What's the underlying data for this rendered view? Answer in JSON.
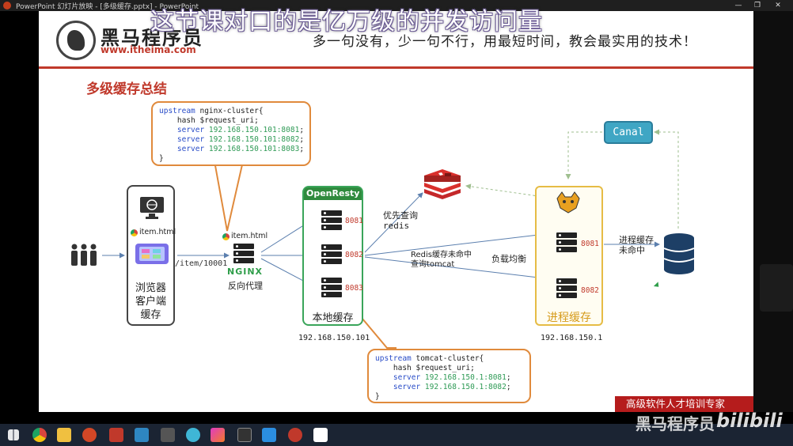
{
  "window": {
    "title": "PowerPoint 幻灯片放映 - [多级缓存.pptx] - PowerPoint"
  },
  "overlay": {
    "caption": "这节课对口的是亿万级的并发访问量"
  },
  "header": {
    "logo_name": "黑马程序员",
    "logo_url": "www.itheima.com",
    "slogan": "多一句没有，少一句不行，用最短时间，教会最实用的技术！"
  },
  "slide": {
    "title": "多级缓存总结",
    "nginx_config": {
      "lines": [
        {
          "kw": "upstream",
          "rest": " nginx-cluster{"
        },
        {
          "kw": "",
          "rest": "    hash $request_uri;"
        },
        {
          "kw": "    server",
          "ip": " 192.168.150.101:8081",
          "rest": ";"
        },
        {
          "kw": "    server",
          "ip": " 192.168.150.101:8082",
          "rest": ";"
        },
        {
          "kw": "    server",
          "ip": " 192.168.150.101:8083",
          "rest": ";"
        },
        {
          "kw": "",
          "rest": "}"
        }
      ]
    },
    "tomcat_config": {
      "lines": [
        {
          "kw": "upstream",
          "rest": " tomcat-cluster{"
        },
        {
          "kw": "",
          "rest": "    hash $request_uri;"
        },
        {
          "kw": "    server",
          "ip": " 192.168.150.1:8081",
          "rest": ";"
        },
        {
          "kw": "    server",
          "ip": " 192.168.150.1:8082",
          "rest": ";"
        },
        {
          "kw": "",
          "rest": "}"
        }
      ]
    },
    "browser": {
      "file": "item.html",
      "label_lines": [
        "浏览器",
        "客户端",
        "缓存"
      ]
    },
    "request_path": "/item/10001",
    "nginx": {
      "file": "item.html",
      "brand": "NGINX",
      "label": "反向代理"
    },
    "openresty": {
      "header": "OpenResty",
      "ports": [
        "8081",
        "8082",
        "8083"
      ],
      "label": "本地缓存",
      "ip": "192.168.150.101"
    },
    "redis": {
      "label_top": "优先查询",
      "label_bottom": "redis"
    },
    "redis_miss": {
      "line1": "Redis缓存未命中",
      "line2": "查询tomcat"
    },
    "load_balance": "负载均衡",
    "process_cache": {
      "ports": [
        "8081",
        "8082"
      ],
      "label": "进程缓存",
      "ip": "192.168.150.1"
    },
    "db_miss": {
      "line1": "进程缓存",
      "line2": "未命中"
    },
    "canal": "Canal",
    "banner": "高级软件人才培训专家"
  },
  "watermark": {
    "text": "黑马程序员",
    "brand": "bilibili"
  },
  "colors": {
    "accent_red": "#c0392b",
    "orange_border": "#e08a3c",
    "green_border": "#3aa55a",
    "yellow_border": "#e6bc45",
    "canal_blue": "#3fa6c4"
  }
}
